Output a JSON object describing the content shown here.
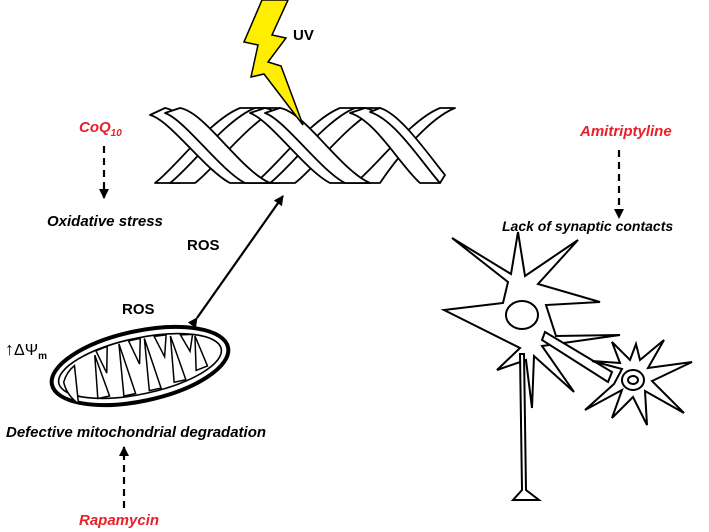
{
  "labels": {
    "uv": "UV",
    "coq_base": "CoQ",
    "coq_sub": "10",
    "oxidative_stress": "Oxidative stress",
    "ros_dna": "ROS",
    "ros_mito": "ROS",
    "delta_psi_arrow": "↑",
    "delta_psi": "ΔΨ",
    "delta_psi_sub": "m",
    "defective_degradation": "Defective mitochondrial degradation",
    "rapamycin": "Rapamycin",
    "amitriptyline": "Amitriptyline",
    "lack_synaptic": "Lack of synaptic contacts"
  },
  "colors": {
    "drug": "#e8202a",
    "lightning": "#ffee00",
    "ink": "#000000"
  },
  "icons": [
    "dna-helix-icon",
    "lightning-bolt-icon",
    "mitochondrion-icon",
    "neuron-icon"
  ]
}
